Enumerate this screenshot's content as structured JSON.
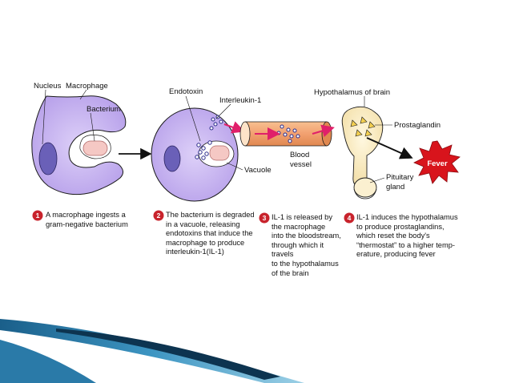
{
  "labels": {
    "nucleus": "Nucleus",
    "macrophage": "Macrophage",
    "bacterium": "Bacterium",
    "endotoxin": "Endotoxin",
    "interleukin": "Interleukin-1",
    "vacuole": "Vacuole",
    "blood_vessel_1": "Blood",
    "blood_vessel_2": "vessel",
    "hypothalamus": "Hypothalamus of brain",
    "prostaglandin": "Prostaglandin",
    "pituitary_1": "Pituitary",
    "pituitary_2": "gland",
    "fever": "Fever"
  },
  "steps": [
    {
      "number": "1",
      "lines": [
        "A macrophage ingests a",
        "gram-negative bacterium"
      ]
    },
    {
      "number": "2",
      "lines": [
        "The bacterium is degraded",
        "in a vacuole, releasing",
        "endotoxins that induce the",
        "macrophage to produce",
        "interleukin-1(IL-1)"
      ]
    },
    {
      "number": "3",
      "lines": [
        "IL-1 is released by",
        "the macrophage",
        "into the bloodstream,",
        "through which it travels",
        "to the hypothalamus",
        "of the brain"
      ]
    },
    {
      "number": "4",
      "lines": [
        "IL-1 induces the hypothalamus",
        "to produce prostaglandins,",
        "which reset the body's",
        "“thermostat” to a higher temp-",
        "erature, producing fever"
      ]
    }
  ],
  "colors": {
    "cell_fill": "#c6b2ee",
    "nucleus_fill": "#6a60b8",
    "bacterium_fill": "#f5c8c4",
    "vessel_fill": "#f2a070",
    "arrow_pink": "#e0206a",
    "fever_red": "#d8141c",
    "brain_fill": "#fbf0d0",
    "accent_blue": "#1f6d99",
    "step_badge": "#c8232c"
  }
}
